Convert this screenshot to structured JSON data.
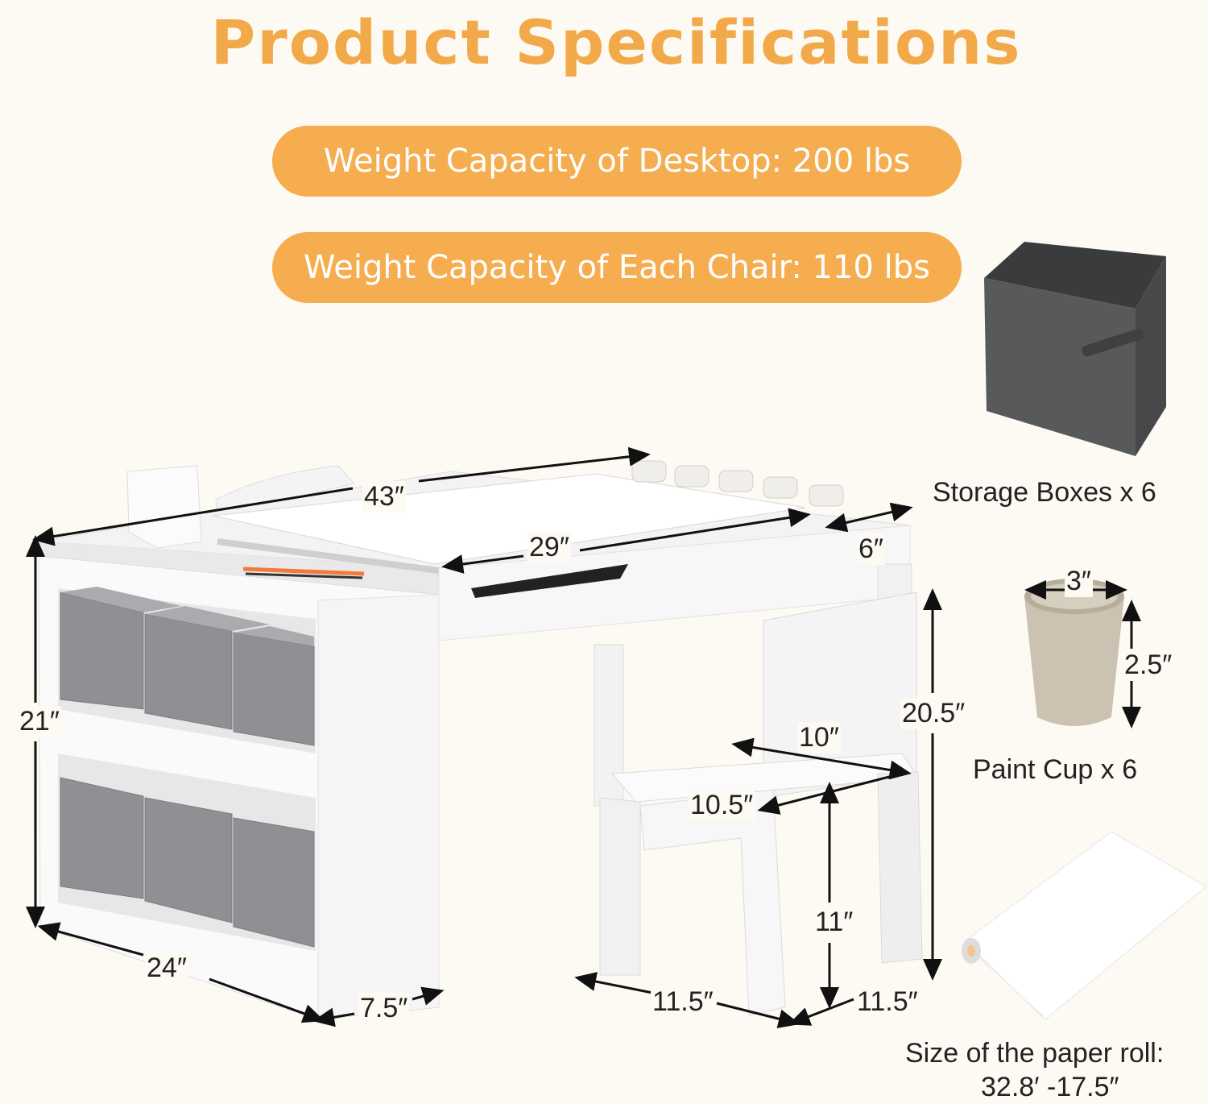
{
  "title": "Product Specifications",
  "capacity": {
    "desktop": "Weight Capacity of Desktop: 200 lbs",
    "chair": "Weight Capacity of Each Chair: 110 lbs"
  },
  "accessories": {
    "storage_boxes": "Storage Boxes x 6",
    "paint_cup": "Paint Cup x 6",
    "paper_roll_line1": "Size of the paper roll:",
    "paper_roll_line2": "32.8′ -17.5″"
  },
  "dimensions": {
    "table_length": "43″",
    "table_height": "21″",
    "table_depth": "24″",
    "shelf_depth": "7.5″",
    "easel_width": "29″",
    "tray_width": "6″",
    "chair_height": "20.5″",
    "seat_depth": "10″",
    "seat_width": "10.5″",
    "seat_height": "11″",
    "chair_base_front": "11.5″",
    "chair_base_side": "11.5″",
    "cup_diameter": "3″",
    "cup_height": "2.5″"
  },
  "colors": {
    "accent": "#f5ad4f",
    "title": "#f2a94a",
    "background": "#fdfaf3",
    "bin": "#8e9093"
  }
}
